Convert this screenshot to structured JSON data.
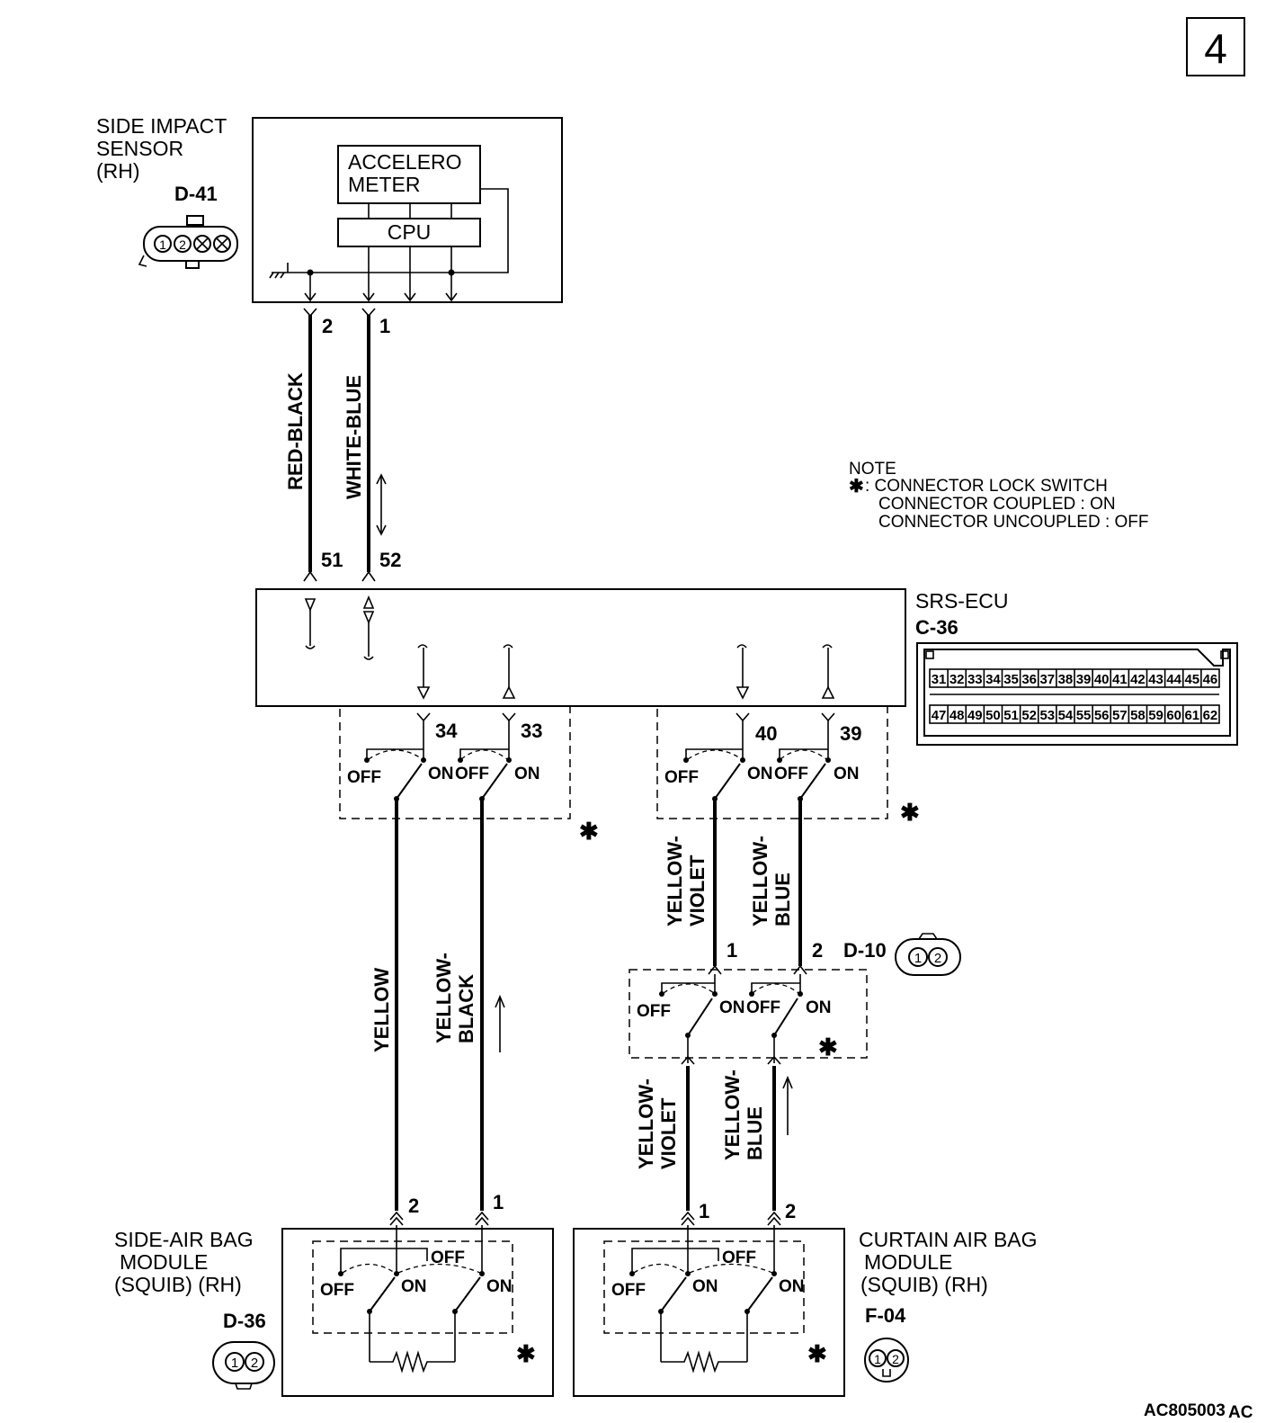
{
  "page_number": "4",
  "figure_code": "AC805003",
  "figure_suffix": "AC",
  "note": {
    "title": "NOTE",
    "star": "✱",
    "line1": ": CONNECTOR LOCK SWITCH",
    "line2": "CONNECTOR COUPLED : ON",
    "line3": "CONNECTOR UNCOUPLED : OFF"
  },
  "side_impact_sensor": {
    "label_line1": "SIDE IMPACT",
    "label_line2": "SENSOR",
    "label_line3": "(RH)",
    "connector": "D-41",
    "pins": [
      "1",
      "2"
    ],
    "accelerometer_line1": "ACCELERO",
    "accelerometer_line2": "METER",
    "cpu": "CPU",
    "terminal_left": "2",
    "terminal_right": "1"
  },
  "srs_ecu": {
    "label": "SRS-ECU",
    "connector": "C-36",
    "top_row_pins": [
      "31",
      "32",
      "33",
      "34",
      "35",
      "36",
      "37",
      "38",
      "39",
      "40",
      "41",
      "42",
      "43",
      "44",
      "45",
      "46"
    ],
    "bottom_row_pins": [
      "47",
      "48",
      "49",
      "50",
      "51",
      "52",
      "53",
      "54",
      "55",
      "56",
      "57",
      "58",
      "59",
      "60",
      "61",
      "62"
    ],
    "terminals": [
      "51",
      "52",
      "34",
      "33",
      "40",
      "39"
    ]
  },
  "wires": {
    "red_black": "RED-BLACK",
    "white_blue": "WHITE-BLUE",
    "yellow": "YELLOW",
    "yellow_black_1": "YELLOW-",
    "yellow_black_2": "BLACK",
    "yellow_violet_1": "YELLOW-",
    "yellow_violet_2": "VIOLET",
    "yellow_blue_1": "YELLOW-",
    "yellow_blue_2": "BLUE"
  },
  "switch_labels": {
    "off": "OFF",
    "on": "ON"
  },
  "d10": {
    "connector": "D-10",
    "pins": [
      "1",
      "2"
    ],
    "terminal_left": "1",
    "terminal_right": "2"
  },
  "side_airbag": {
    "label_line1": "SIDE-AIR BAG",
    "label_line2": "MODULE",
    "label_line3": "(SQUIB) (RH)",
    "connector": "D-36",
    "pins": [
      "1",
      "2"
    ],
    "terminal_left": "2",
    "terminal_right": "1"
  },
  "curtain_airbag": {
    "label_line1": "CURTAIN AIR BAG",
    "label_line2": "MODULE",
    "label_line3": "(SQUIB) (RH)",
    "connector": "F-04",
    "pins": [
      "1",
      "2"
    ],
    "terminal_left": "1",
    "terminal_right": "2"
  }
}
